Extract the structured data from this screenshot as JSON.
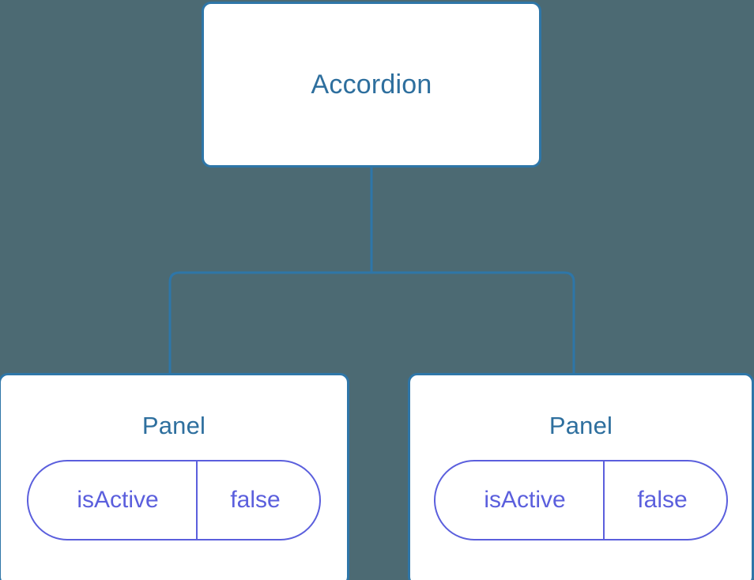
{
  "canvas": {
    "background_color": "#4c6a73",
    "node_border_color": "#2e76a8",
    "node_fill_color": "#ffffff",
    "node_title_color": "#2e6f9e",
    "connector_color": "#2e76a8",
    "prop_border_color": "#5b5fdd",
    "prop_text_color": "#5b5fdd"
  },
  "tree": {
    "root": {
      "title": "Accordion",
      "props": []
    },
    "children": [
      {
        "title": "Panel",
        "props": [
          {
            "key": "isActive",
            "value": "false"
          }
        ]
      },
      {
        "title": "Panel",
        "props": [
          {
            "key": "isActive",
            "value": "false"
          }
        ]
      }
    ]
  }
}
